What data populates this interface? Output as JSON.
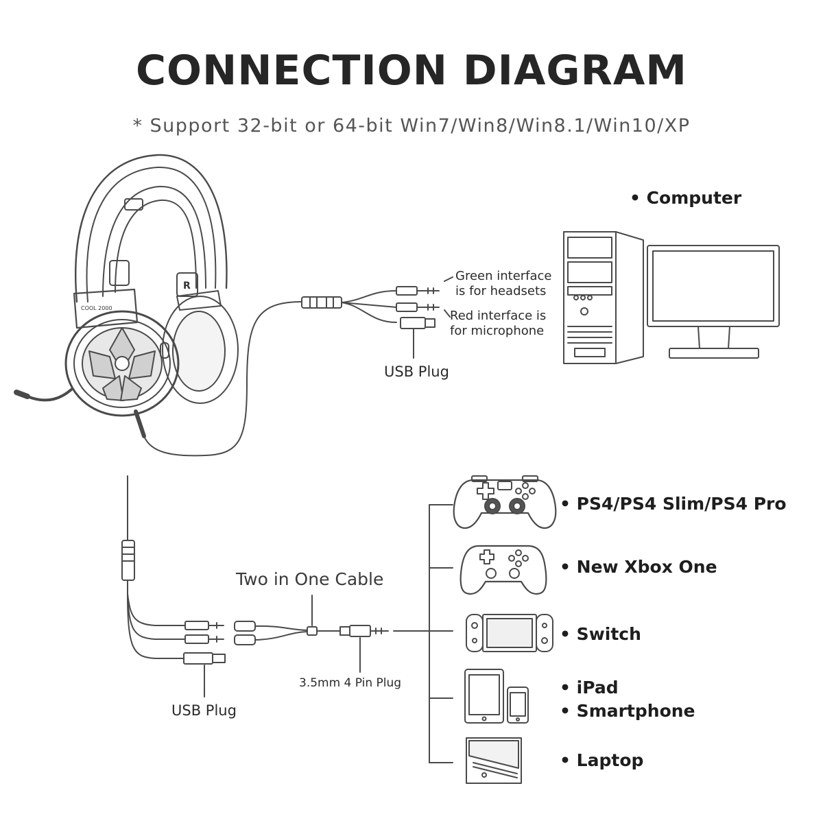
{
  "header": {
    "title": "CONNECTION DIAGRAM",
    "subtitle": "* Support 32-bit or 64-bit Win7/Win8/Win8.1/Win10/XP"
  },
  "top_section": {
    "computer_label": "• Computer",
    "green_line1": "Green interface",
    "green_line2": "is for headsets",
    "red_line1": "Red interface is",
    "red_line2": "for microphone",
    "usb_plug_label": "USB Plug"
  },
  "bottom_section": {
    "two_in_one_label": "Two in One Cable",
    "pin_plug_label": "3.5mm 4 Pin Plug",
    "usb_plug_label": "USB Plug",
    "devices": {
      "ps4": "• PS4/PS4 Slim/PS4 Pro",
      "xbox": "• New Xbox One",
      "switch": "• Switch",
      "ipad": "• iPad",
      "smartphone": "• Smartphone",
      "laptop": "• Laptop"
    }
  },
  "icons": [
    "headset-icon",
    "computer-tower-icon",
    "monitor-icon",
    "gamepad-ps4-icon",
    "gamepad-xbox-icon",
    "switch-console-icon",
    "tablet-icon",
    "smartphone-icon",
    "laptop-icon",
    "audio-jack-icon",
    "usb-plug-icon"
  ],
  "colors": {
    "line": "#4a4a4a",
    "text": "#2b2b2b"
  }
}
